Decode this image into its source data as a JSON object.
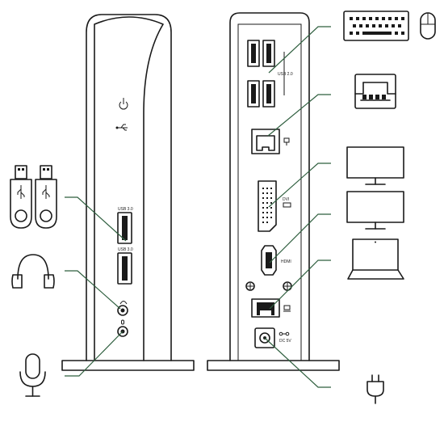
{
  "diagram": {
    "front_port_labels": {
      "usb_top": "USB 3.0",
      "usb_bottom": "USB 3.0"
    },
    "rear_port_labels": {
      "usb_group": "USB 2.0",
      "dvi": "DVI",
      "hdmi": "HDMI",
      "dc_in": "DC 5V"
    },
    "devices": [
      "usb-flash-drive",
      "usb-flash-drive",
      "headphones",
      "microphone",
      "keyboard",
      "mouse",
      "ethernet",
      "monitor",
      "monitor",
      "laptop",
      "power-plug"
    ],
    "colors": {
      "ink": "#1a1a1a",
      "leader_line": "#2f5f3f",
      "background": "#ffffff"
    }
  }
}
